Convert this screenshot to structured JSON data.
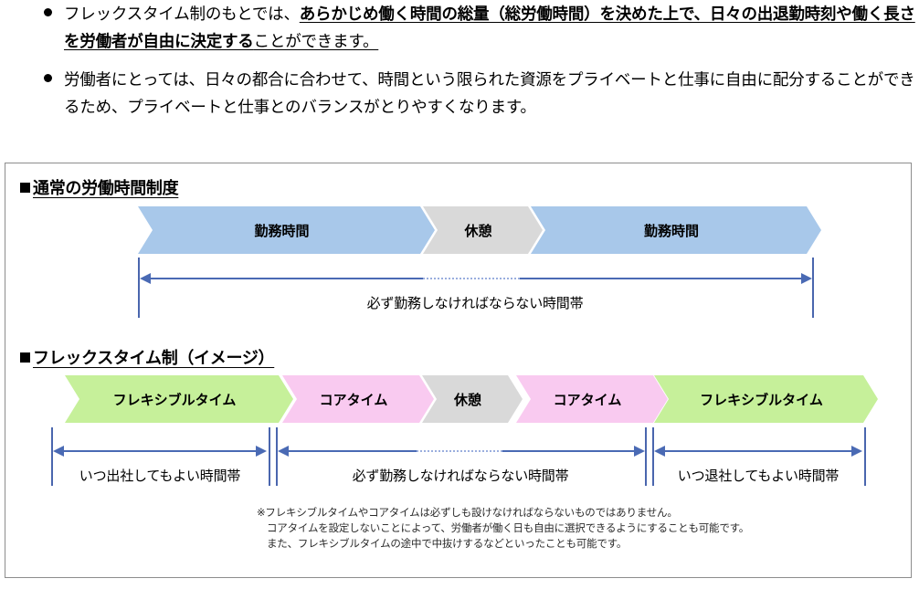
{
  "intro": {
    "bullets": [
      {
        "lead": "フレックスタイム制のもとでは、",
        "emphasis": "あらかじめ働く時間の総量（総労働時間）を決めた上で、日々の出退勤時刻や働く長さを労働者が自由に決定する",
        "tail": "ことができます。"
      },
      {
        "lead": "労働者にとっては、日々の都合に合わせて、時間という限られた資源をプライベートと仕事に自由に配分することができるため、プライベートと仕事とのバランスがとりやすくなります。",
        "emphasis": "",
        "tail": ""
      }
    ]
  },
  "panel": {
    "sections": [
      {
        "heading": "通常の労働時間制度",
        "bands": [
          {
            "label": "勤務時間",
            "color": "#a8c8ea",
            "text_color": "#000000"
          },
          {
            "label": "休憩",
            "color": "#d9d9d9",
            "text_color": "#000000"
          },
          {
            "label": "勤務時間",
            "color": "#a8c8ea",
            "text_color": "#000000"
          }
        ],
        "rulers": [
          {
            "label": "必ず勤務しなければならない時間帯",
            "arrows": "both",
            "dashed_middle": true
          }
        ]
      },
      {
        "heading": "フレックスタイム制（イメージ）",
        "bands": [
          {
            "label": "フレキシブルタイム",
            "color": "#c6f09a",
            "text_color": "#000000"
          },
          {
            "label": "コアタイム",
            "color": "#f9caf0",
            "text_color": "#000000"
          },
          {
            "label": "休憩",
            "color": "#d9d9d9",
            "text_color": "#000000"
          },
          {
            "label": "コアタイム",
            "color": "#f9caf0",
            "text_color": "#000000"
          },
          {
            "label": "フレキシブルタイム",
            "color": "#c6f09a",
            "text_color": "#000000"
          }
        ],
        "rulers": [
          {
            "label": "いつ出社してもよい時間帯",
            "arrows": "both",
            "dashed_middle": false
          },
          {
            "label": "必ず勤務しなければならない時間帯",
            "arrows": "both",
            "dashed_middle": true
          },
          {
            "label": "いつ退社してもよい時間帯",
            "arrows": "both",
            "dashed_middle": false
          }
        ]
      }
    ],
    "footnote": [
      "※フレキシブルタイムやコアタイムは必ずしも設けなければならないものではありません。",
      "コアタイムを設定しないことによって、労働者が働く日も自由に選択できるようにすることも可能です。",
      "また、フレキシブルタイムの途中で中抜けするなどといったことも可能です。"
    ]
  },
  "colors": {
    "work_blue": "#a8c8ea",
    "break_gray": "#d9d9d9",
    "flexible_green": "#c6f09a",
    "core_pink": "#f9caf0",
    "axis_blue": "#4a6ab4",
    "panel_border": "#8d8d8d"
  }
}
